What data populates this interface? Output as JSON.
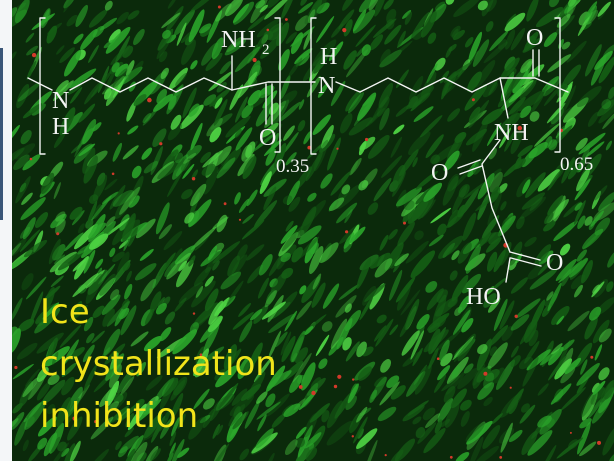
{
  "colors": {
    "cell_bright": "#4fd444",
    "cell_mid": "#2aa52a",
    "cell_dark": "#155e15",
    "nucleus_red": "#d23a2a",
    "caption": "#f1e41a",
    "structure_ink": "#f4f4f4"
  },
  "structure": {
    "left_unit": {
      "amino_group": "NH",
      "amino_subscript": "2",
      "backbone_n": "N",
      "backbone_h": "H",
      "carbonyl_o": "O",
      "fraction": "0.35"
    },
    "right_unit": {
      "n_h": "H",
      "n": "N",
      "carbonyl_o": "O",
      "side_nh": "NH",
      "amide_o": "O",
      "acid_o": "O",
      "acid_ho": "HO",
      "fraction": "0.65"
    }
  },
  "caption": {
    "line1": "Ice",
    "line2": "crystallization",
    "line3": "inhibition"
  }
}
